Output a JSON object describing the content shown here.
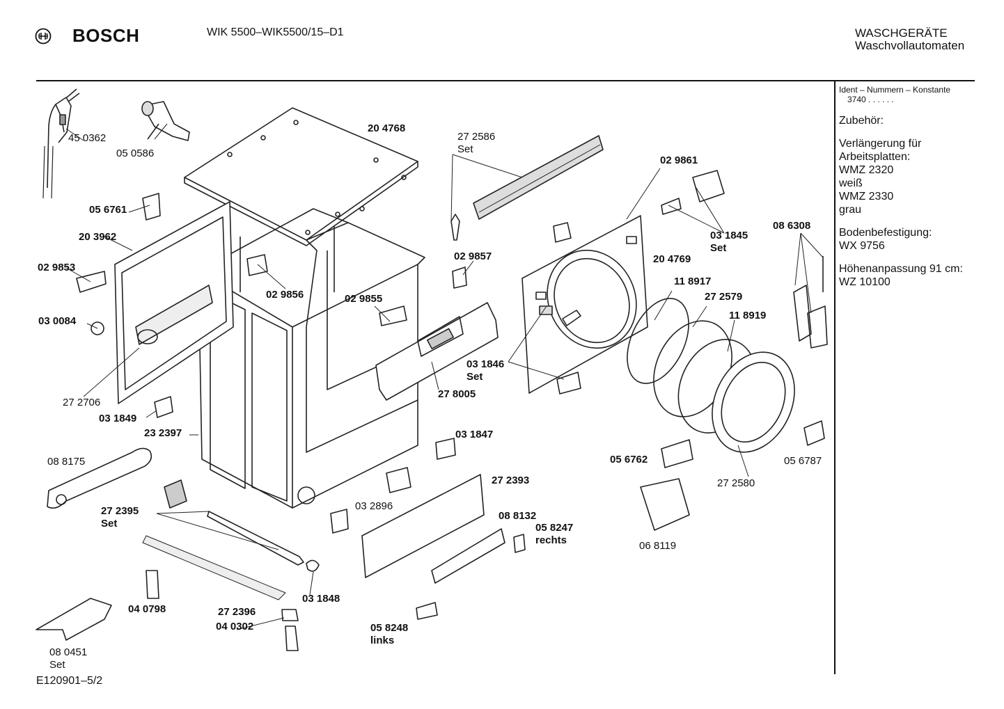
{
  "header": {
    "brand": "BOSCH",
    "model": "WIK 5500–WIK5500/15–D1",
    "category_line1": "WASCHGERÄTE",
    "category_line2": "Waschvollautomaten"
  },
  "sidebar": {
    "ident_heading": "Ident – Nummern – Konstante",
    "ident_value": "3740  .  .  .  .  .  .",
    "accessories_heading": "Zubehör:",
    "blocks": [
      [
        "Verlängerung für",
        "Arbeitsplatten:",
        "WMZ 2320",
        "weiß",
        "WMZ 2330",
        "grau"
      ],
      [
        "Bodenbefestigung:",
        "WX  9756"
      ],
      [
        "Höhenanpassung 91 cm:",
        "WZ 10100"
      ]
    ]
  },
  "footer": {
    "drawing_no": "E120901–5/2"
  },
  "parts": [
    {
      "id": "p1",
      "line1": "45 0362",
      "line2": "",
      "bold": false
    },
    {
      "id": "p2",
      "line1": "05 0586",
      "line2": "",
      "bold": false
    },
    {
      "id": "p3",
      "line1": "20 4768",
      "line2": "",
      "bold": true
    },
    {
      "id": "p4",
      "line1": "27 2586",
      "line2": "Set",
      "bold": false
    },
    {
      "id": "p5",
      "line1": "02 9861",
      "line2": "",
      "bold": true
    },
    {
      "id": "p6",
      "line1": "05 6761",
      "line2": "",
      "bold": true
    },
    {
      "id": "p7",
      "line1": "20 3962",
      "line2": "",
      "bold": true
    },
    {
      "id": "p8",
      "line1": "02 9853",
      "line2": "",
      "bold": true
    },
    {
      "id": "p9",
      "line1": "03 0084",
      "line2": "",
      "bold": true
    },
    {
      "id": "p10",
      "line1": "27 2706",
      "line2": "",
      "bold": false
    },
    {
      "id": "p11",
      "line1": "02 9856",
      "line2": "",
      "bold": true
    },
    {
      "id": "p12",
      "line1": "02 9857",
      "line2": "",
      "bold": true
    },
    {
      "id": "p13",
      "line1": "02 9855",
      "line2": "",
      "bold": true
    },
    {
      "id": "p14",
      "line1": "03 1845",
      "line2": "Set",
      "bold": true
    },
    {
      "id": "p15",
      "line1": "08 6308",
      "line2": "",
      "bold": true
    },
    {
      "id": "p16",
      "line1": "20 4769",
      "line2": "",
      "bold": true
    },
    {
      "id": "p17",
      "line1": "11 8917",
      "line2": "",
      "bold": true
    },
    {
      "id": "p18",
      "line1": "27 2579",
      "line2": "",
      "bold": true
    },
    {
      "id": "p19",
      "line1": "11 8919",
      "line2": "",
      "bold": true
    },
    {
      "id": "p20",
      "line1": "03 1846",
      "line2": "Set",
      "bold": true
    },
    {
      "id": "p21",
      "line1": "27 8005",
      "line2": "",
      "bold": true
    },
    {
      "id": "p22",
      "line1": "03 1849",
      "line2": "",
      "bold": true
    },
    {
      "id": "p23",
      "line1": "23 2397",
      "line2": "",
      "bold": true
    },
    {
      "id": "p24",
      "line1": "03 1847",
      "line2": "",
      "bold": true
    },
    {
      "id": "p25",
      "line1": "08 8175",
      "line2": "",
      "bold": false
    },
    {
      "id": "p26",
      "line1": "05 6762",
      "line2": "",
      "bold": true
    },
    {
      "id": "p27",
      "line1": "05 6787",
      "line2": "",
      "bold": false
    },
    {
      "id": "p28",
      "line1": "27 2393",
      "line2": "",
      "bold": true
    },
    {
      "id": "p29",
      "line1": "03 2896",
      "line2": "",
      "bold": false
    },
    {
      "id": "p30",
      "line1": "27 2580",
      "line2": "",
      "bold": false
    },
    {
      "id": "p31",
      "line1": "27 2395",
      "line2": "Set",
      "bold": true
    },
    {
      "id": "p32",
      "line1": "08 8132",
      "line2": "",
      "bold": true
    },
    {
      "id": "p33",
      "line1": "05 8247",
      "line2": "rechts",
      "bold": true
    },
    {
      "id": "p34",
      "line1": "06 8119",
      "line2": "",
      "bold": false
    },
    {
      "id": "p35",
      "line1": "03 1848",
      "line2": "",
      "bold": true
    },
    {
      "id": "p36",
      "line1": "04 0798",
      "line2": "",
      "bold": true
    },
    {
      "id": "p37",
      "line1": "27 2396",
      "line2": "",
      "bold": true
    },
    {
      "id": "p38",
      "line1": "04 0302",
      "line2": "",
      "bold": true
    },
    {
      "id": "p39",
      "line1": "05 8248",
      "line2": "links",
      "bold": true
    },
    {
      "id": "p40",
      "line1": "08 0451",
      "line2": "Set",
      "bold": false
    }
  ]
}
